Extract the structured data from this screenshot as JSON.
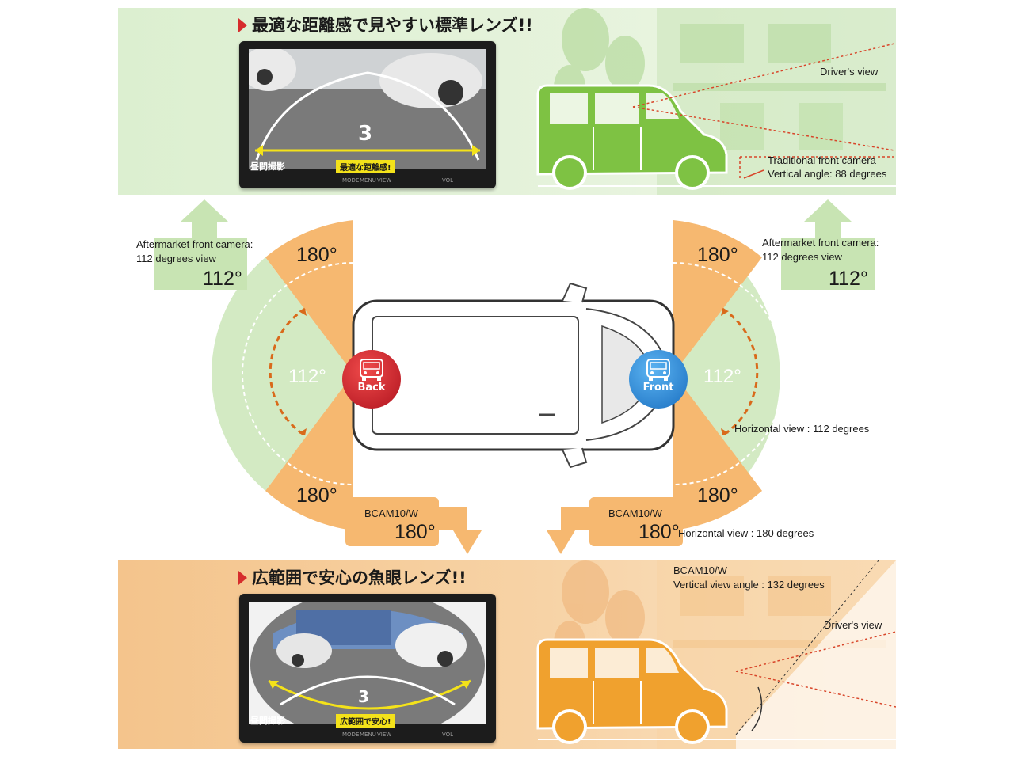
{
  "top": {
    "heading": "最適な距離感で見やすい標準レンズ!!",
    "monitor": {
      "number": "3",
      "badge": "最適な距離感!",
      "caption": "昼間撮影",
      "controls": [
        "MODE",
        "MENU",
        "VIEW",
        "VOL"
      ]
    },
    "drivers_view": "Driver's view",
    "traditional_line1": "Traditional front camera",
    "traditional_line2": "Vertical angle: 88 degrees"
  },
  "bottom": {
    "heading": "広範囲で安心の魚眼レンズ!!",
    "monitor": {
      "number": "3",
      "badge": "広範囲で安心!",
      "caption": "昼間撮影",
      "controls": [
        "MODE",
        "MENU",
        "VIEW",
        "VOL"
      ]
    },
    "bcam_line1": "BCAM10/W",
    "bcam_line2": "Vertical view angle : 132 degrees",
    "drivers_view": "Driver's view"
  },
  "middle": {
    "left_callout_line1": "Aftermarket front camera:",
    "left_callout_line2": "112 degrees view",
    "left_callout_deg": "112°",
    "right_callout_line1": "Aftermarket front camera:",
    "right_callout_line2": "112 degrees view",
    "right_callout_deg": "112°",
    "left_top_180": "180°",
    "left_bottom_180": "180°",
    "left_inner_112": "112°",
    "right_top_180": "180°",
    "right_bottom_180": "180°",
    "right_inner_112": "112°",
    "back_label": "Back",
    "front_label": "Front",
    "horizontal_112": "Horizontal view : 112 degrees",
    "horizontal_180": "Horizontal view : 180 degrees",
    "bcam_left_name": "BCAM10/W",
    "bcam_left_deg": "180°",
    "bcam_right_name": "BCAM10/W",
    "bcam_right_deg": "180°"
  },
  "colors": {
    "green_light": "#d3eac3",
    "green_car": "#7ec243",
    "orange_sector": "#f6b870",
    "orange_car": "#f0a12e",
    "back_red": "#d1202c",
    "front_blue": "#2a8ad8",
    "arrow_orange": "#d96a1b"
  }
}
